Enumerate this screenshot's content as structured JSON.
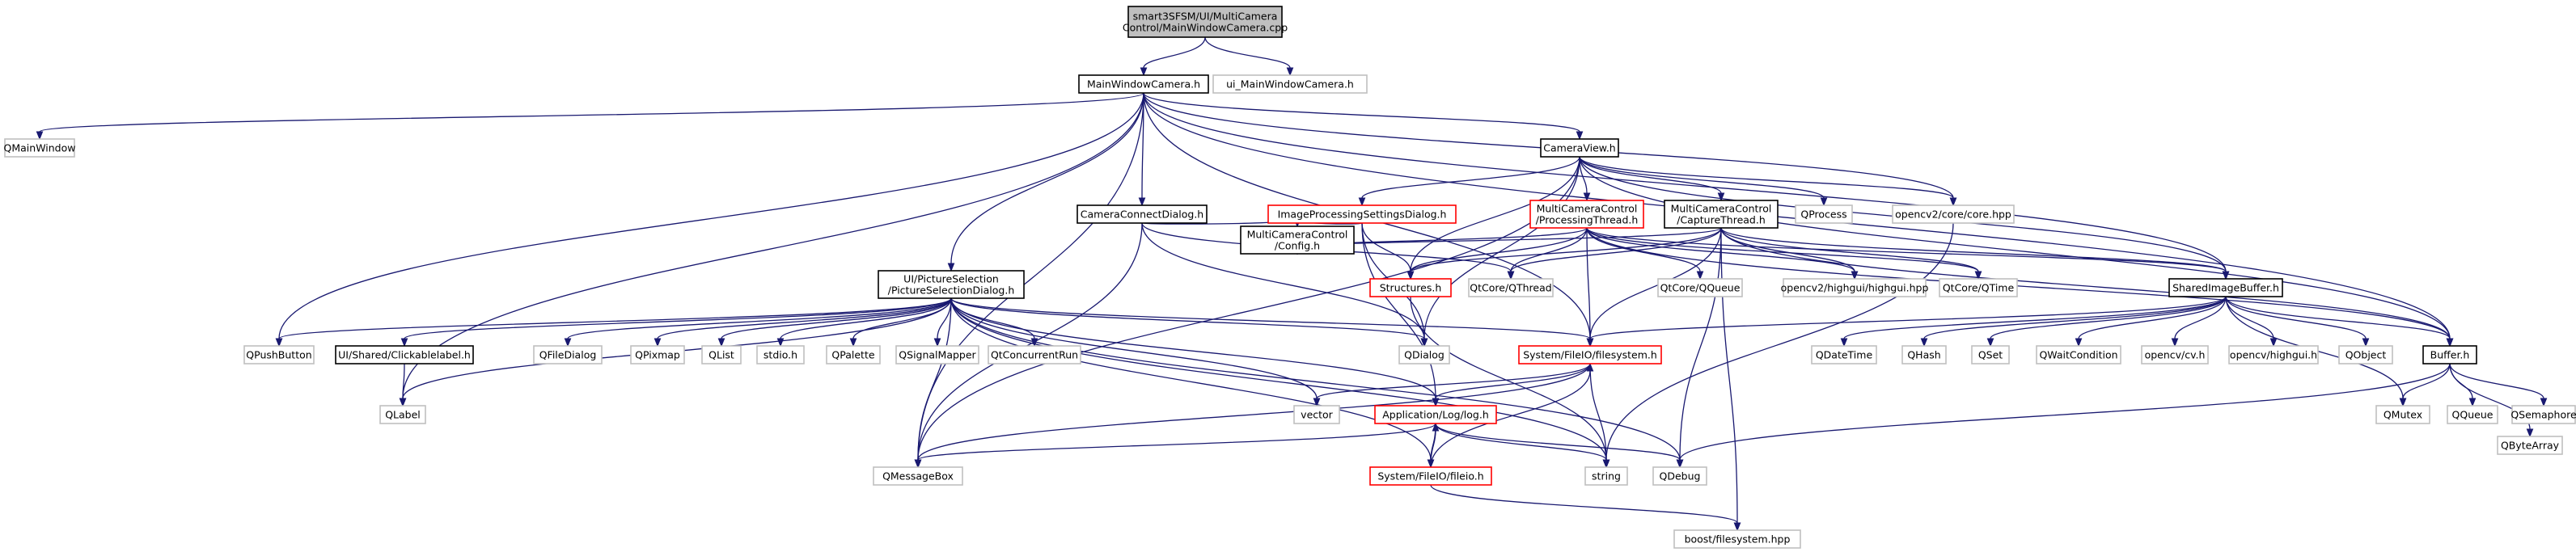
{
  "colors": {
    "edge": "#191970",
    "text": "#000000",
    "border_doc": "#000000",
    "border_undoc": "#bfbfbf",
    "border_trunc": "#ff0000",
    "fill_root": "#bfbfbf",
    "fill_default": "#ffffff"
  },
  "nodes": {
    "root": {
      "lines": [
        "smart3SFSM/UI/MultiCamera",
        "Control/MainWindowCamera.cpp"
      ]
    },
    "ui_main": {
      "lines": [
        "ui_MainWindowCamera.h"
      ]
    },
    "mainwin_h": {
      "lines": [
        "MainWindowCamera.h"
      ]
    },
    "qmainwindow": {
      "lines": [
        "QMainWindow"
      ]
    },
    "cameraview": {
      "lines": [
        "CameraView.h"
      ]
    },
    "cameraconnect": {
      "lines": [
        "CameraConnectDialog.h"
      ]
    },
    "improc_dialog": {
      "lines": [
        "ImageProcessingSettingsDialog.h"
      ]
    },
    "proc_thread": {
      "lines": [
        "MultiCameraControl",
        "/ProcessingThread.h"
      ]
    },
    "capture_thread": {
      "lines": [
        "MultiCameraControl",
        "/CaptureThread.h"
      ]
    },
    "qprocess": {
      "lines": [
        "QProcess"
      ]
    },
    "opencv_core": {
      "lines": [
        "opencv2/core/core.hpp"
      ]
    },
    "config": {
      "lines": [
        "MultiCameraControl",
        "/Config.h"
      ]
    },
    "structures": {
      "lines": [
        "Structures.h"
      ]
    },
    "qthread": {
      "lines": [
        "QtCore/QThread"
      ]
    },
    "qqueue_core": {
      "lines": [
        "QtCore/QQueue"
      ]
    },
    "highgui_hpp": {
      "lines": [
        "opencv2/highgui/highgui.hpp"
      ]
    },
    "qtime": {
      "lines": [
        "QtCore/QTime"
      ]
    },
    "picsel": {
      "lines": [
        "UI/PictureSelection",
        "/PictureSelectionDialog.h"
      ]
    },
    "sharedbuf": {
      "lines": [
        "SharedImageBuffer.h"
      ]
    },
    "qpushbutton": {
      "lines": [
        "QPushButton"
      ]
    },
    "clickable": {
      "lines": [
        "UI/Shared/Clickablelabel.h"
      ]
    },
    "qfiledialog": {
      "lines": [
        "QFileDialog"
      ]
    },
    "qpixmap": {
      "lines": [
        "QPixmap"
      ]
    },
    "qlist": {
      "lines": [
        "QList"
      ]
    },
    "stdio": {
      "lines": [
        "stdio.h"
      ]
    },
    "qpalette": {
      "lines": [
        "QPalette"
      ]
    },
    "qsignalmapper": {
      "lines": [
        "QSignalMapper"
      ]
    },
    "qtconcurrent": {
      "lines": [
        "QtConcurrentRun"
      ]
    },
    "qdialog": {
      "lines": [
        "QDialog"
      ]
    },
    "filesystem": {
      "lines": [
        "System/FileIO/filesystem.h"
      ]
    },
    "qdatetime": {
      "lines": [
        "QDateTime"
      ]
    },
    "qhash": {
      "lines": [
        "QHash"
      ]
    },
    "qset": {
      "lines": [
        "QSet"
      ]
    },
    "qwaitcond": {
      "lines": [
        "QWaitCondition"
      ]
    },
    "opencv_cv": {
      "lines": [
        "opencv/cv.h"
      ]
    },
    "opencv_highgui": {
      "lines": [
        "opencv/highgui.h"
      ]
    },
    "qobject": {
      "lines": [
        "QObject"
      ]
    },
    "buffer": {
      "lines": [
        "Buffer.h"
      ]
    },
    "qlabel": {
      "lines": [
        "QLabel"
      ]
    },
    "vector": {
      "lines": [
        "vector"
      ]
    },
    "applog": {
      "lines": [
        "Application/Log/log.h"
      ]
    },
    "qmutex": {
      "lines": [
        "QMutex"
      ]
    },
    "qqueue": {
      "lines": [
        "QQueue"
      ]
    },
    "qsemaphore": {
      "lines": [
        "QSemaphore"
      ]
    },
    "qbytearray": {
      "lines": [
        "QByteArray"
      ]
    },
    "qmessagebox": {
      "lines": [
        "QMessageBox"
      ]
    },
    "fileio": {
      "lines": [
        "System/FileIO/fileio.h"
      ]
    },
    "string": {
      "lines": [
        "string"
      ]
    },
    "qdebug": {
      "lines": [
        "QDebug"
      ]
    },
    "boostfs": {
      "lines": [
        "boost/filesystem.hpp"
      ]
    }
  }
}
